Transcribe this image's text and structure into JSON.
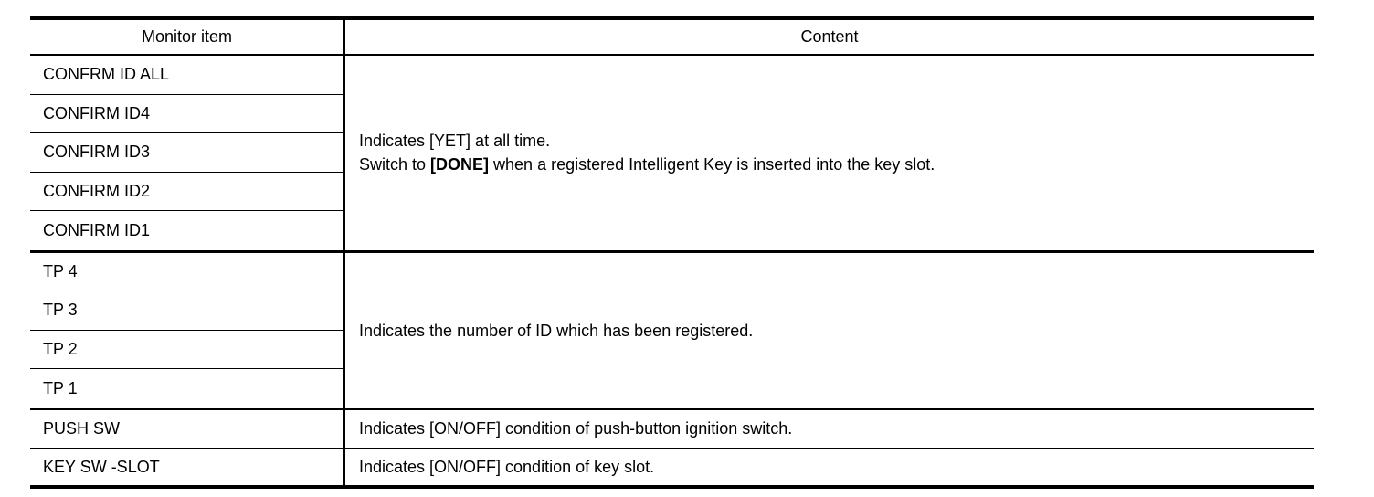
{
  "table": {
    "headers": {
      "monitor_item": "Monitor item",
      "content": "Content"
    },
    "groups": [
      {
        "items": [
          "CONFRM ID ALL",
          "CONFIRM ID4",
          "CONFIRM ID3",
          "CONFIRM ID2",
          "CONFIRM ID1"
        ],
        "content": {
          "line1": "Indicates [YET] at all time.",
          "line2_pre": "Switch to ",
          "line2_bold": "[DONE]",
          "line2_post": " when a registered Intelligent Key is inserted into the key slot."
        }
      },
      {
        "items": [
          "TP 4",
          "TP 3",
          "TP 2",
          "TP 1"
        ],
        "content": {
          "line1": "Indicates the number of ID which has been registered."
        }
      },
      {
        "items": [
          "PUSH SW"
        ],
        "content": {
          "line1": "Indicates [ON/OFF] condition of push-button ignition switch."
        }
      },
      {
        "items": [
          "KEY SW -SLOT"
        ],
        "content": {
          "line1": "Indicates [ON/OFF] condition of key slot."
        }
      }
    ]
  },
  "colors": {
    "border": "#000000",
    "background": "#ffffff",
    "text": "#000000"
  }
}
